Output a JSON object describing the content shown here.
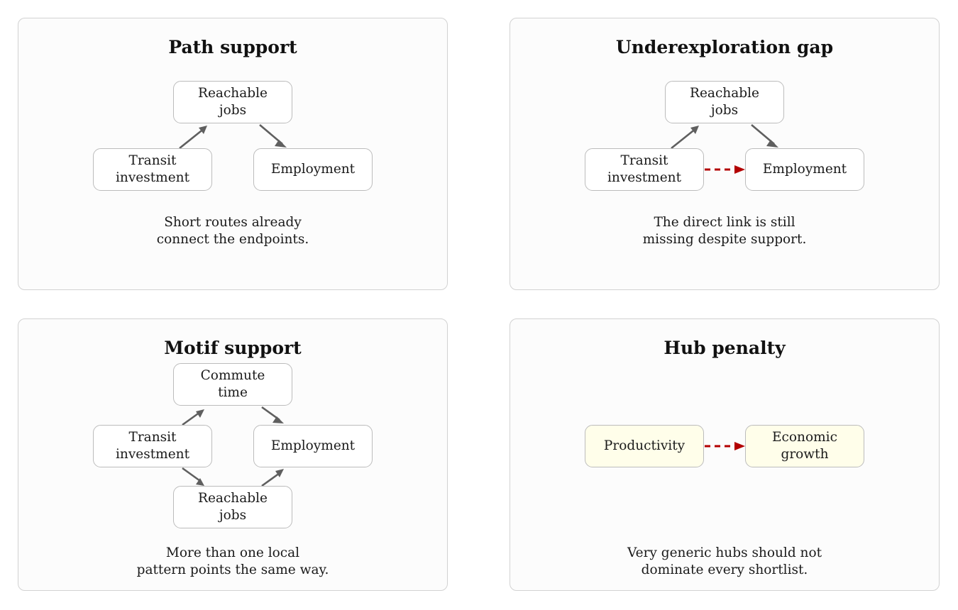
{
  "colors": {
    "edge_support": "#5f5f5f",
    "edge_missing": "#b30000",
    "hub_fill": "#fffeea",
    "panel_fill": "#fcfcfc",
    "panel_border": "#d2d2d2"
  },
  "panels": [
    {
      "title": "Path support",
      "nodes": [
        "Reachable\njobs",
        "Transit\ninvestment",
        "Employment"
      ],
      "caption": "Short routes already\nconnect the endpoints."
    },
    {
      "title": "Underexploration gap",
      "nodes": [
        "Reachable\njobs",
        "Transit\ninvestment",
        "Employment"
      ],
      "caption": "The direct link is still\nmissing despite support."
    },
    {
      "title": "Motif support",
      "nodes": [
        "Commute\ntime",
        "Transit\ninvestment",
        "Employment",
        "Reachable\njobs"
      ],
      "caption": "More than one local\npattern points the same way."
    },
    {
      "title": "Hub penalty",
      "nodes": [
        "Productivity",
        "Economic\ngrowth"
      ],
      "caption": "Very generic hubs should not\ndominate every shortlist."
    }
  ]
}
